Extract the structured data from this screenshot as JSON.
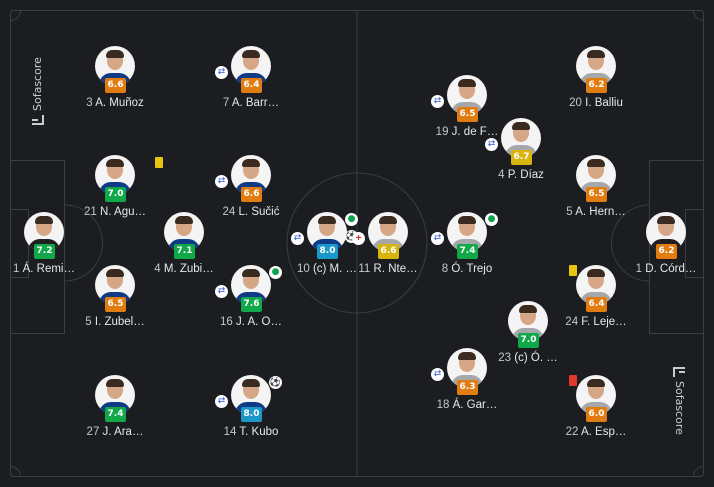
{
  "branding": {
    "left": "Sofascore",
    "right": "Sofascore"
  },
  "rating_colors": {
    "orange": "#e07c10",
    "yellow": "#d8b40e",
    "green": "#11a84a",
    "blue": "#1b97c9"
  },
  "home_players": [
    {
      "number": "3",
      "name": "A. Muñoz",
      "rating": "6.6",
      "rating_color": "orange",
      "badges": []
    },
    {
      "number": "7",
      "name": "A. Barr…",
      "rating": "6.4",
      "rating_color": "orange",
      "badges": [
        "substitution-icon"
      ]
    },
    {
      "number": "21",
      "name": "N. Agu…",
      "rating": "7.0",
      "rating_color": "green",
      "badges": [
        "yellow-card-icon"
      ]
    },
    {
      "number": "24",
      "name": "L. Sučić",
      "rating": "6.6",
      "rating_color": "orange",
      "badges": [
        "substitution-icon"
      ]
    },
    {
      "number": "1",
      "name": "Á. Remi…",
      "rating": "7.2",
      "rating_color": "green",
      "badges": []
    },
    {
      "number": "4",
      "name": "M. Zubi…",
      "rating": "7.1",
      "rating_color": "green",
      "badges": []
    },
    {
      "number": "10",
      "name": "(c) M. …",
      "rating": "8.0",
      "rating_color": "blue",
      "badges": [
        "substitution-icon",
        "goal-icon",
        "assist-icon"
      ]
    },
    {
      "number": "5",
      "name": "I. Zubel…",
      "rating": "6.5",
      "rating_color": "orange",
      "badges": []
    },
    {
      "number": "16",
      "name": "J. A. O…",
      "rating": "7.6",
      "rating_color": "green",
      "badges": [
        "substitution-icon",
        "goal-icon"
      ]
    },
    {
      "number": "27",
      "name": "J. Ara…",
      "rating": "7.4",
      "rating_color": "green",
      "badges": []
    },
    {
      "number": "14",
      "name": "T. Kubo",
      "rating": "8.0",
      "rating_color": "blue",
      "badges": [
        "substitution-icon",
        "assist-icon"
      ]
    }
  ],
  "away_players": [
    {
      "number": "20",
      "name": "I. Balliu",
      "rating": "6.2",
      "rating_color": "orange",
      "badges": []
    },
    {
      "number": "19",
      "name": "J. de F…",
      "rating": "6.5",
      "rating_color": "orange",
      "badges": [
        "substitution-icon"
      ]
    },
    {
      "number": "4",
      "name": "P. Díaz",
      "rating": "6.7",
      "rating_color": "yellow",
      "badges": [
        "substitution-icon"
      ]
    },
    {
      "number": "5",
      "name": "A. Hern…",
      "rating": "6.5",
      "rating_color": "orange",
      "badges": []
    },
    {
      "number": "11",
      "name": "R. Nte…",
      "rating": "6.6",
      "rating_color": "yellow",
      "badges": [
        "injury-icon"
      ]
    },
    {
      "number": "8",
      "name": "Ó. Trejo",
      "rating": "7.4",
      "rating_color": "green",
      "badges": [
        "substitution-icon",
        "goal-icon"
      ]
    },
    {
      "number": "1",
      "name": "D. Córd…",
      "rating": "6.2",
      "rating_color": "orange",
      "badges": []
    },
    {
      "number": "24",
      "name": "F. Leje…",
      "rating": "6.4",
      "rating_color": "orange",
      "badges": [
        "yellow-card-icon"
      ]
    },
    {
      "number": "23",
      "name": "(c) Ó. …",
      "rating": "7.0",
      "rating_color": "green",
      "badges": []
    },
    {
      "number": "18",
      "name": "Á. Gar…",
      "rating": "6.3",
      "rating_color": "orange",
      "badges": [
        "substitution-icon"
      ]
    },
    {
      "number": "22",
      "name": "A. Esp…",
      "rating": "6.0",
      "rating_color": "orange",
      "badges": [
        "red-card-icon"
      ]
    }
  ]
}
